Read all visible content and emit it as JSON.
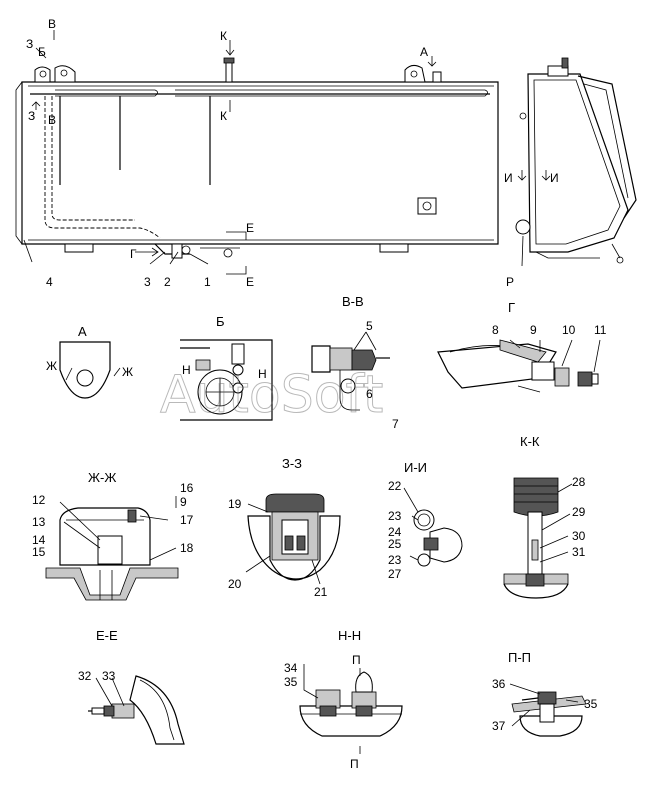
{
  "watermark": "AutoSoft",
  "titles": {
    "a": "А",
    "b": "Б",
    "vv": "В-В",
    "g": "Г",
    "zh_zh": "Ж-Ж",
    "z_z": "З-З",
    "i_i": "И-И",
    "k_k": "К-К",
    "e_e": "Е-Е",
    "n_n": "Н-Н",
    "p_p": "П-П"
  },
  "markers": {
    "v": "В",
    "z": "З",
    "b": "Б",
    "k": "К",
    "a": "А",
    "g": "Г",
    "e": "Е",
    "i": "И",
    "zh": "Ж",
    "n": "Н",
    "p": "П"
  },
  "callouts": {
    "n1": "1",
    "n2": "2",
    "n3": "3",
    "n4": "4",
    "r": "Р",
    "n5": "5",
    "n6": "6",
    "n7": "7",
    "n8": "8",
    "n9": "9",
    "n10": "10",
    "n11": "11",
    "n12": "12",
    "n13": "13",
    "n14": "14",
    "n15": "15",
    "n16": "16",
    "n17": "17",
    "n18": "18",
    "n19": "19",
    "n20": "20",
    "n21": "21",
    "n22": "22",
    "n23": "23",
    "n24": "24",
    "n25": "25",
    "n27": "27",
    "n28": "28",
    "n29": "29",
    "n30": "30",
    "n31": "31",
    "n32": "32",
    "n33": "33",
    "n34": "34",
    "n35": "35",
    "n36": "36",
    "n37": "37"
  }
}
